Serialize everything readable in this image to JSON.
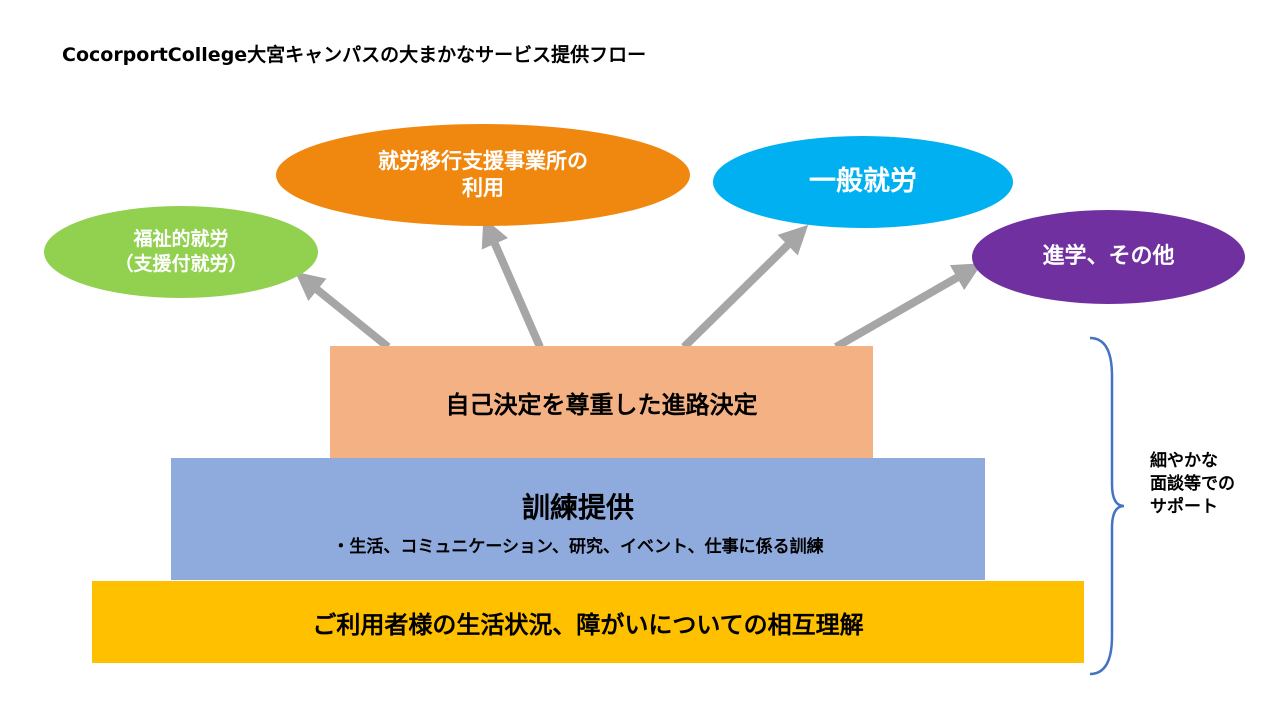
{
  "title": "CocorportCollege大宮キャンパスの大まかなサービス提供フロー",
  "outcomes": {
    "welfare": {
      "line1": "福祉的就労",
      "line2": "（支援付就労）",
      "color": "#92d050"
    },
    "transition": {
      "line1": "就労移行支援事業所の",
      "line2": "利用",
      "color": "#f0870f"
    },
    "general": {
      "label": "一般就労",
      "color": "#00b0f0"
    },
    "further": {
      "label": "進学、その他",
      "color": "#7030a0"
    }
  },
  "layers": {
    "top": {
      "label": "自己決定を尊重した進路決定",
      "color": "#f4b183"
    },
    "middle": {
      "label": "訓練提供",
      "detail": "・生活、コミュニケーション、研究、イベント、仕事に係る訓練",
      "color": "#8faadc"
    },
    "bottom": {
      "label": "ご利用者様の生活状況、障がいについての相互理解",
      "color": "#ffc000"
    }
  },
  "support_note": {
    "line1": "細やかな",
    "line2": "面談等での",
    "line3": "サポート"
  },
  "colors": {
    "arrow": "#a6a6a6",
    "brace": "#4472c4"
  }
}
